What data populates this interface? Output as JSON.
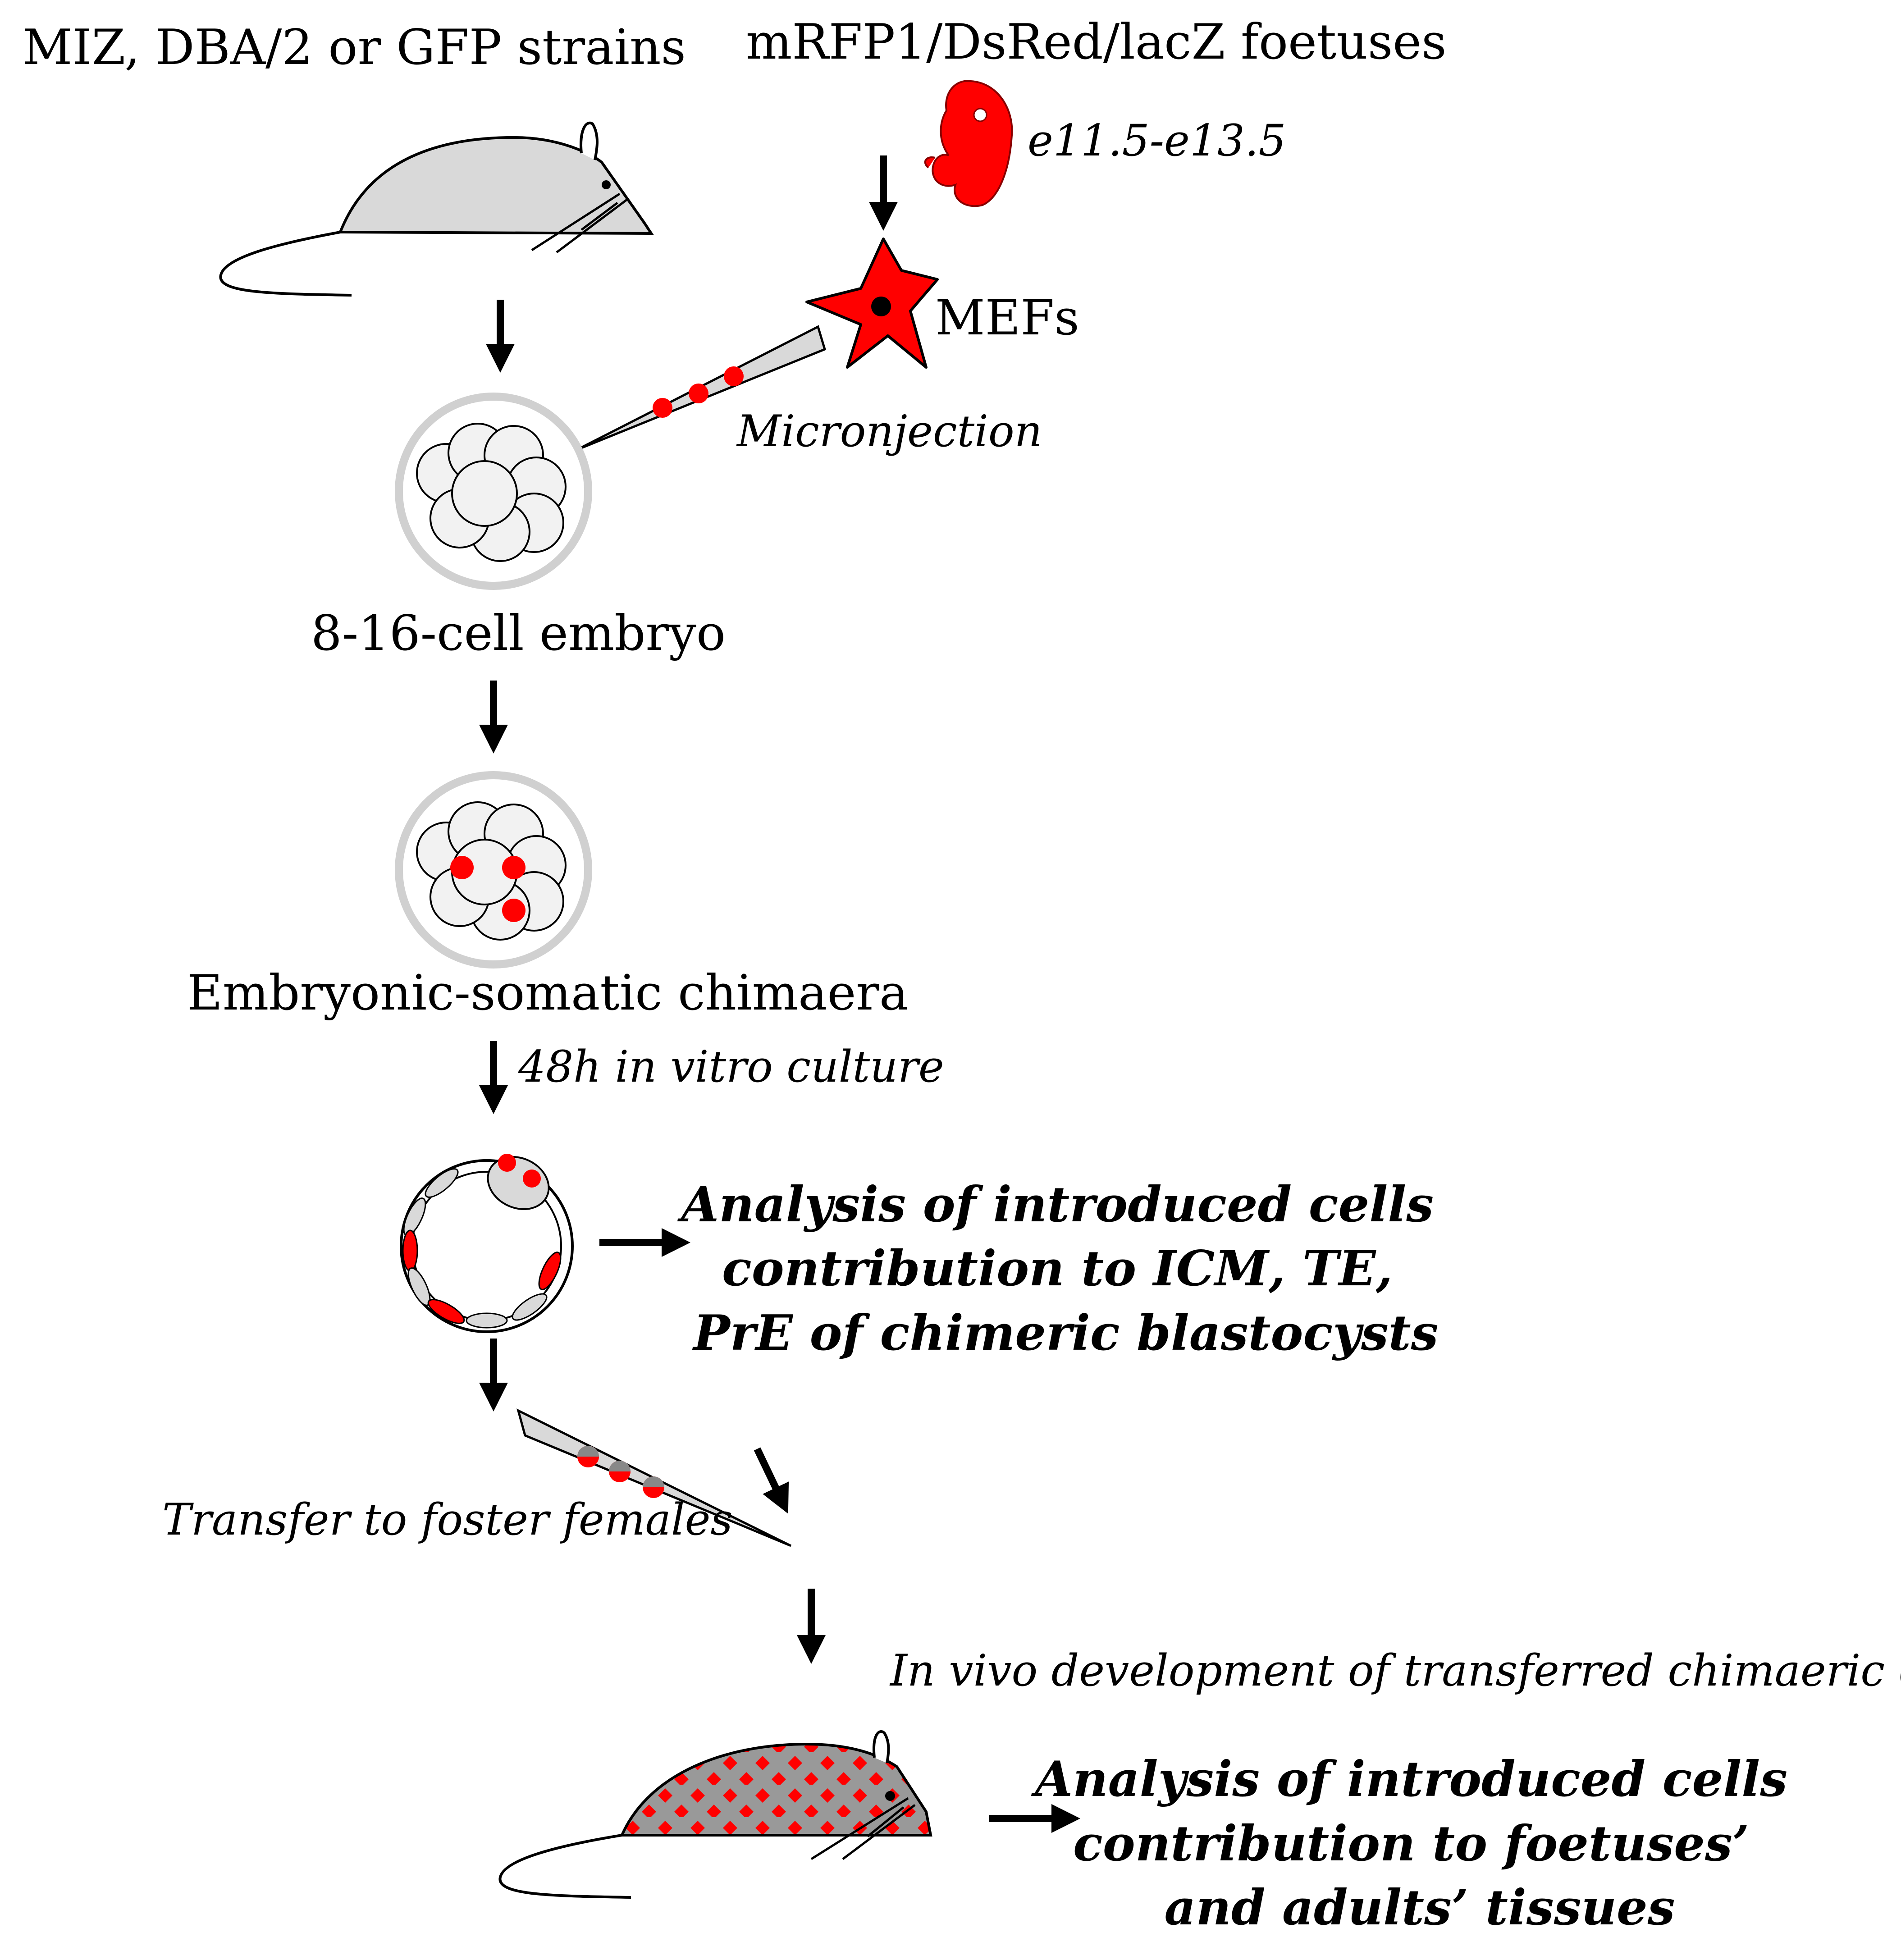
{
  "labels": {
    "strains": "MIZ, DBA/2  or GFP strains",
    "foetuses": "mRFP1/DsRed/lacZ foetuses",
    "stage_range": "e11.5-e13.5",
    "mefs": "MEFs",
    "microinjection": "Micronjection",
    "embryo_8_16": "8-16-cell embryo",
    "chimaera": "Embryonic-somatic chimaera",
    "culture": "48h in vitro culture",
    "analysis_blast": [
      "Analysis of introduced cells",
      "contribution to ICM, TE,",
      "PrE of chimeric blastocysts"
    ],
    "transfer": "Transfer to foster females",
    "in_vivo": "In vivo development of transferred chimaeric embryos",
    "analysis_adult": [
      "Analysis of introduced cells",
      "contribution to foetuses’",
      "and adults’ tissues"
    ]
  },
  "colors": {
    "red": "#ff0000",
    "grey_fill": "#d9d9d9",
    "cell_fill": "#f2f2f2",
    "zona": "#d0d0d0",
    "pipette": "#d9d9d9",
    "checker_grey": "#999999",
    "black": "#000000"
  }
}
